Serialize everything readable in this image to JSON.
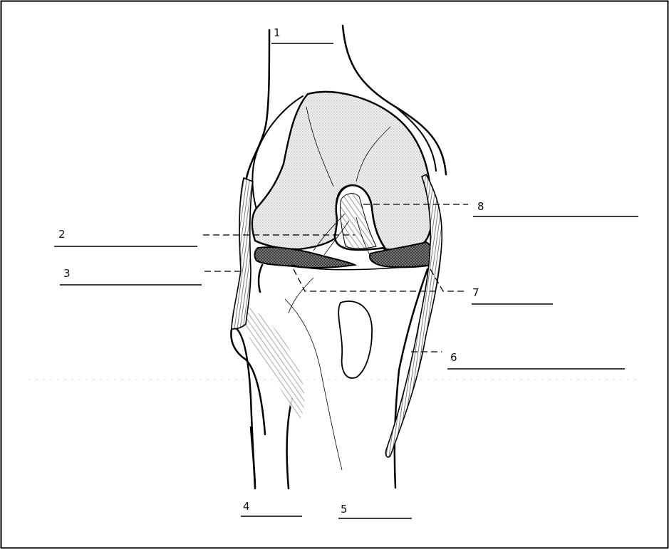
{
  "labels": [
    {
      "num": "1",
      "answer": ""
    },
    {
      "num": "2",
      "answer": ""
    },
    {
      "num": "3",
      "answer": ""
    },
    {
      "num": "4",
      "answer": ""
    },
    {
      "num": "5",
      "answer": ""
    },
    {
      "num": "6",
      "answer": ""
    },
    {
      "num": "7",
      "answer": ""
    },
    {
      "num": "8",
      "answer": ""
    }
  ]
}
